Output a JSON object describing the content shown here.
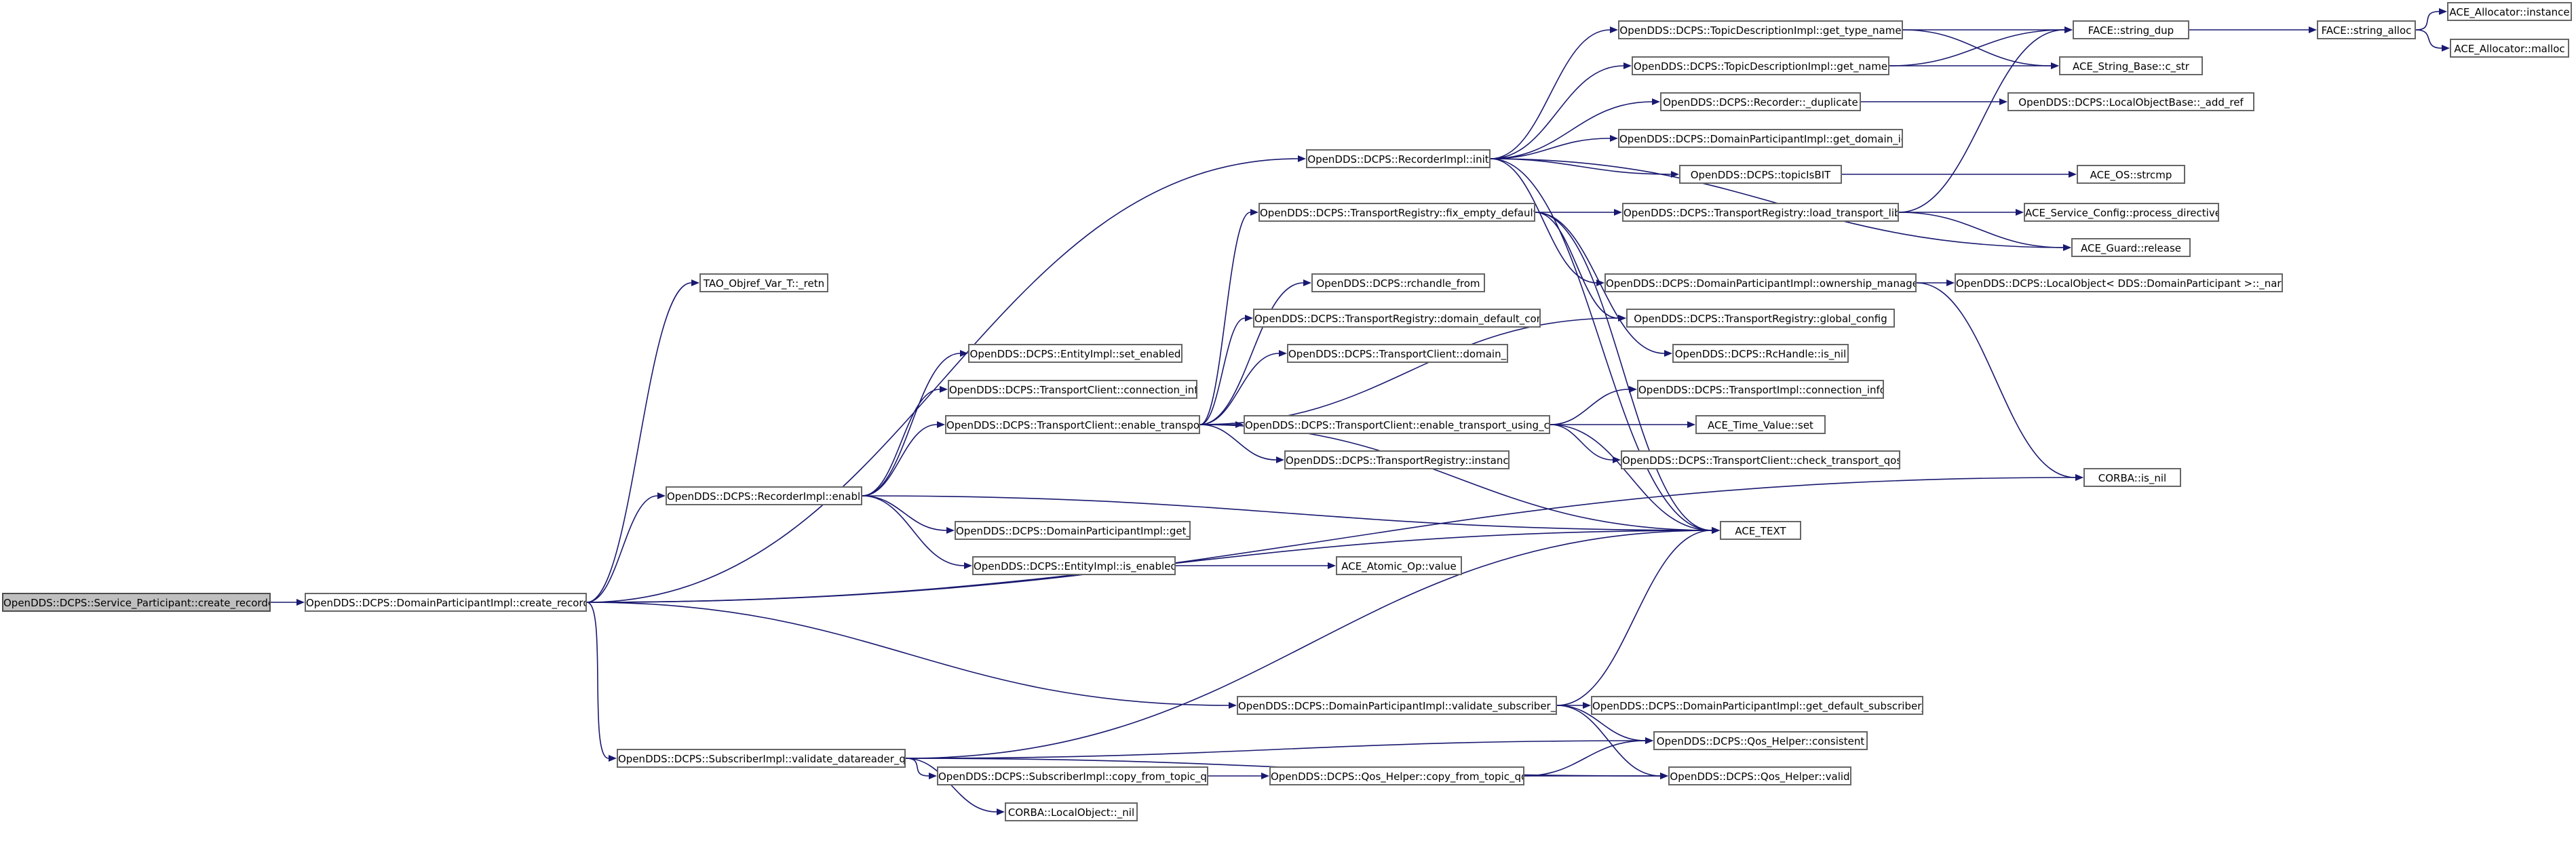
{
  "diagram": {
    "type": "call-graph",
    "colors": {
      "edge": "#191970",
      "node_border": "#666666",
      "root_fill": "#bfbfbf",
      "node_fill": "#ffffff"
    },
    "nodes": {
      "n0": "OpenDDS::DCPS::Service_Participant::create_recorder",
      "n1": "OpenDDS::DCPS::DomainParticipantImpl::create_recorder",
      "n2": "TAO_Objref_Var_T::_retn",
      "n3": "OpenDDS::DCPS::RecorderImpl::enable",
      "n4": "OpenDDS::DCPS::SubscriberImpl::validate_datareader_qos",
      "n5": "OpenDDS::DCPS::EntityImpl::set_enabled",
      "n6": "OpenDDS::DCPS::TransportClient::connection_info",
      "n7": "OpenDDS::DCPS::TransportClient::enable_transport",
      "n8": "OpenDDS::DCPS::DomainParticipantImpl::get_id",
      "n9": "OpenDDS::DCPS::EntityImpl::is_enabled",
      "n10": "OpenDDS::DCPS::SubscriberImpl::copy_from_topic_qos",
      "n11": "CORBA::LocalObject::_nil",
      "n12": "OpenDDS::DCPS::RecorderImpl::init",
      "n13": "OpenDDS::DCPS::TransportRegistry::fix_empty_default",
      "n14": "OpenDDS::DCPS::rchandle_from",
      "n15": "OpenDDS::DCPS::TransportRegistry::domain_default_config",
      "n16": "OpenDDS::DCPS::TransportClient::domain_id",
      "n17": "OpenDDS::DCPS::TransportClient::enable_transport_using_config",
      "n18": "OpenDDS::DCPS::TransportRegistry::instance",
      "n19": "ACE_Atomic_Op::value",
      "n20": "OpenDDS::DCPS::DomainParticipantImpl::validate_subscriber_qos",
      "n21": "OpenDDS::DCPS::Qos_Helper::copy_from_topic_qos",
      "n22": "OpenDDS::DCPS::TopicDescriptionImpl::get_type_name",
      "n23": "OpenDDS::DCPS::TopicDescriptionImpl::get_name",
      "n24": "OpenDDS::DCPS::Recorder::_duplicate",
      "n25": "OpenDDS::DCPS::DomainParticipantImpl::get_domain_id",
      "n26": "OpenDDS::DCPS::topicIsBIT",
      "n27": "OpenDDS::DCPS::TransportRegistry::load_transport_lib",
      "n28": "OpenDDS::DCPS::DomainParticipantImpl::ownership_manager",
      "n29": "OpenDDS::DCPS::TransportRegistry::global_config",
      "n30": "OpenDDS::DCPS::RcHandle::is_nil",
      "n31": "OpenDDS::DCPS::TransportImpl::connection_info",
      "n32": "ACE_Time_Value::set",
      "n33": "OpenDDS::DCPS::TransportClient::check_transport_qos",
      "n34": "ACE_TEXT",
      "n35": "OpenDDS::DCPS::DomainParticipantImpl::get_default_subscriber_qos",
      "n36": "OpenDDS::DCPS::Qos_Helper::consistent",
      "n37": "OpenDDS::DCPS::Qos_Helper::valid",
      "n38": "FACE::string_dup",
      "n39": "ACE_String_Base::c_str",
      "n40": "OpenDDS::DCPS::LocalObjectBase::_add_ref",
      "n41": "ACE_OS::strcmp",
      "n42": "ACE_Service_Config::process_directive",
      "n43": "ACE_Guard::release",
      "n44": "OpenDDS::DCPS::LocalObject< DDS::DomainParticipant >::_narrow",
      "n45": "CORBA::is_nil",
      "n46": "FACE::string_alloc",
      "n47": "ACE_Allocator::instance",
      "n48": "ACE_Allocator::malloc"
    },
    "edges": [
      [
        "n0",
        "n1"
      ],
      [
        "n1",
        "n2"
      ],
      [
        "n1",
        "n3"
      ],
      [
        "n1",
        "n12"
      ],
      [
        "n1",
        "n34"
      ],
      [
        "n1",
        "n20"
      ],
      [
        "n1",
        "n4"
      ],
      [
        "n1",
        "n45"
      ],
      [
        "n3",
        "n5"
      ],
      [
        "n3",
        "n6"
      ],
      [
        "n3",
        "n7"
      ],
      [
        "n3",
        "n8"
      ],
      [
        "n3",
        "n9"
      ],
      [
        "n3",
        "n34"
      ],
      [
        "n9",
        "n19"
      ],
      [
        "n7",
        "n13"
      ],
      [
        "n7",
        "n14"
      ],
      [
        "n7",
        "n15"
      ],
      [
        "n7",
        "n16"
      ],
      [
        "n7",
        "n17"
      ],
      [
        "n7",
        "n18"
      ],
      [
        "n7",
        "n29"
      ],
      [
        "n7",
        "n34"
      ],
      [
        "n13",
        "n27"
      ],
      [
        "n13",
        "n29"
      ],
      [
        "n13",
        "n30"
      ],
      [
        "n13",
        "n34"
      ],
      [
        "n17",
        "n31"
      ],
      [
        "n17",
        "n32"
      ],
      [
        "n17",
        "n33"
      ],
      [
        "n17",
        "n34"
      ],
      [
        "n12",
        "n22"
      ],
      [
        "n12",
        "n23"
      ],
      [
        "n12",
        "n24"
      ],
      [
        "n12",
        "n25"
      ],
      [
        "n12",
        "n26"
      ],
      [
        "n12",
        "n28"
      ],
      [
        "n12",
        "n43"
      ],
      [
        "n12",
        "n34"
      ],
      [
        "n22",
        "n38"
      ],
      [
        "n22",
        "n39"
      ],
      [
        "n23",
        "n38"
      ],
      [
        "n23",
        "n39"
      ],
      [
        "n24",
        "n40"
      ],
      [
        "n26",
        "n41"
      ],
      [
        "n27",
        "n42"
      ],
      [
        "n27",
        "n43"
      ],
      [
        "n27",
        "n38"
      ],
      [
        "n28",
        "n44"
      ],
      [
        "n28",
        "n45"
      ],
      [
        "n38",
        "n46"
      ],
      [
        "n46",
        "n47"
      ],
      [
        "n46",
        "n48"
      ],
      [
        "n4",
        "n34"
      ],
      [
        "n4",
        "n10"
      ],
      [
        "n4",
        "n11"
      ],
      [
        "n4",
        "n36"
      ],
      [
        "n4",
        "n37"
      ],
      [
        "n10",
        "n21"
      ],
      [
        "n21",
        "n36"
      ],
      [
        "n21",
        "n37"
      ],
      [
        "n20",
        "n35"
      ],
      [
        "n20",
        "n36"
      ],
      [
        "n20",
        "n37"
      ],
      [
        "n20",
        "n34"
      ]
    ]
  }
}
